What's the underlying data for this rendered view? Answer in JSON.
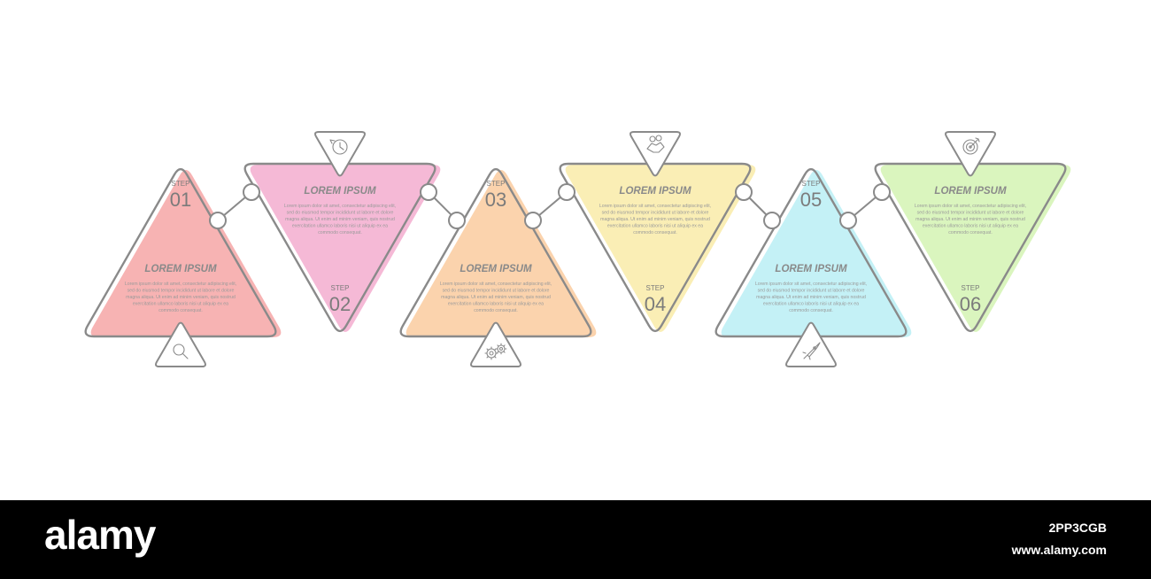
{
  "steps": [
    {
      "word": "STEP",
      "number": "01",
      "title": "LOREM IPSUM",
      "color": "#f7b3b3",
      "icon": "magnifier-icon",
      "body": [
        "Lorem ipsum dolor sit amet, consectetur adipiscing elit,",
        "sed do eiusmod tempor incididunt ut labore et dolore",
        "magna aliqua. Ut enim ad minim veniam, quis nostrud",
        "exercitation ullamco laboris nisi ut aliquip ex ea",
        "commodo consequat."
      ]
    },
    {
      "word": "STEP",
      "number": "02",
      "title": "LOREM IPSUM",
      "color": "#f5b9d6",
      "icon": "clock-icon",
      "body": [
        "Lorem ipsum dolor sit amet, consectetur adipiscing elit,",
        "sed do eiusmod tempor incididunt ut labore et dolore",
        "magna aliqua. Ut enim ad minim veniam, quis nostrud",
        "exercitation ullamco laboris nisi ut aliquip ex ea",
        "commodo consequat."
      ]
    },
    {
      "word": "STEP",
      "number": "03",
      "title": "LOREM IPSUM",
      "color": "#fbd3ad",
      "icon": "gears-icon",
      "body": [
        "Lorem ipsum dolor sit amet, consectetur adipiscing elit,",
        "sed do eiusmod tempor incididunt ut labore et dolore",
        "magna aliqua. Ut enim ad minim veniam, quis nostrud",
        "exercitation ullamco laboris nisi ut aliquip ex ea",
        "commodo consequat."
      ]
    },
    {
      "word": "STEP",
      "number": "04",
      "title": "LOREM IPSUM",
      "color": "#faeeb5",
      "icon": "handshake-icon",
      "body": [
        "Lorem ipsum dolor sit amet, consectetur adipiscing elit,",
        "sed do eiusmod tempor incididunt ut labore et dolore",
        "magna aliqua. Ut enim ad minim veniam, quis nostrud",
        "exercitation ullamco laboris nisi ut aliquip ex ea",
        "commodo consequat."
      ]
    },
    {
      "word": "STEP",
      "number": "05",
      "title": "LOREM IPSUM",
      "color": "#c4f1f6",
      "icon": "rocket-icon",
      "body": [
        "Lorem ipsum dolor sit amet, consectetur adipiscing elit,",
        "sed do eiusmod tempor incididunt ut labore et dolore",
        "magna aliqua. Ut enim ad minim veniam, quis nostrud",
        "exercitation ullamco laboris nisi ut aliquip ex ea",
        "commodo consequat."
      ]
    },
    {
      "word": "STEP",
      "number": "06",
      "title": "LOREM IPSUM",
      "color": "#daf5be",
      "icon": "target-icon",
      "body": [
        "Lorem ipsum dolor sit amet, consectetur adipiscing elit,",
        "sed do eiusmod tempor incididunt ut labore et dolore",
        "magna aliqua. Ut enim ad minim veniam, quis nostrud",
        "exercitation ullamco laboris nisi ut aliquip ex ea",
        "commodo consequat."
      ]
    }
  ],
  "brand": {
    "logo": "alamy",
    "image_id": "2PP3CGB",
    "url": "www.alamy.com"
  }
}
